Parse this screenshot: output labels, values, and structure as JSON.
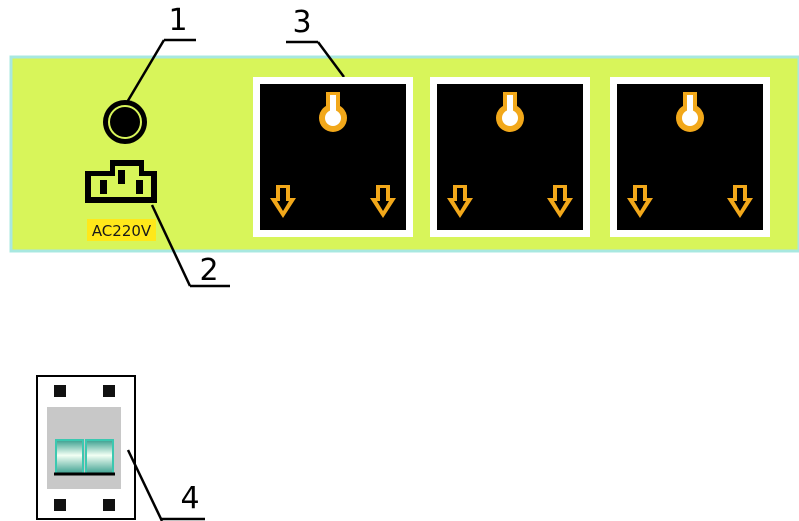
{
  "panel": {
    "color": "#d8f55a",
    "border_color": "#a8e8e0",
    "power_label": "AC220V",
    "power_label_bg": "#ffe81a"
  },
  "callouts": [
    "1",
    "2",
    "3",
    "4"
  ],
  "socket": {
    "face_color": "#000000",
    "pin_color": "#f2a81a"
  },
  "breaker": {
    "body_color": "#c8c8c8",
    "toggle_color": "#3cc8b0"
  }
}
